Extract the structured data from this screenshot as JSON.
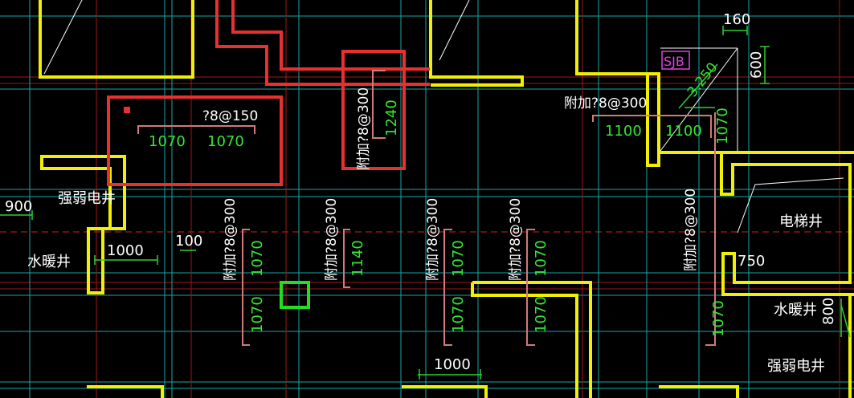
{
  "labels": {
    "rebar_top": "?8@150",
    "rebar_top_left": "1070",
    "rebar_top_right": "1070",
    "rebar_mid_vertical": "附加?8@300",
    "rebar_mid_len": "1240",
    "rebar_right_top": "附加?8@300",
    "rebar_right_1100a": "1100",
    "rebar_right_1100b": "1100",
    "rebar_right_1070": "1070",
    "dim_160": "160",
    "dim_600": "600",
    "sjb": "SJB",
    "slope": "3.250",
    "dim_900": "900",
    "dim_1000_left": "1000",
    "dim_100": "100",
    "dim_750": "750",
    "dim_1000_bottom": "1000",
    "dim_800": "800",
    "room_strong_weak_left": "强弱电井",
    "room_water_heat_left": "水暖井",
    "room_elevator": "电梯井",
    "room_water_heat_right": "水暖井",
    "room_strong_weak_right": "强弱电井",
    "col1_text": "附加?8@300",
    "col1_top": "1070",
    "col1_bot": "1070",
    "col2_text": "附加?8@300",
    "col2_len": "1140",
    "col3_text": "附加?8@300",
    "col3_top": "1070",
    "col3_bot": "1070",
    "col4_text": "附加?8@300",
    "col4_top": "1070",
    "col4_bot": "1070",
    "col5_text": "附加?8@300",
    "col5_bot": "1070"
  },
  "colors": {
    "background": "#000000",
    "wall": "#f0f000",
    "grid_red": "#a01818",
    "grid_cyan": "#15a8a8",
    "dimension_text": "#33e633",
    "rebar_line": "#d07a7a",
    "highlight_box": "#e83030",
    "tag_magenta": "#e040e0"
  }
}
